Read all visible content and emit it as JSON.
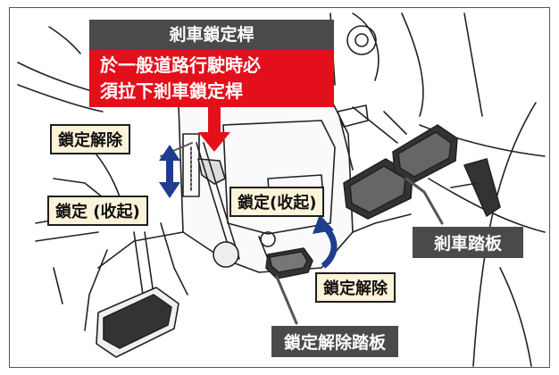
{
  "labels": {
    "lock_lever_title": "剎車鎖定桿",
    "warning_line1": "於一般道路行駛時必",
    "warning_line2": "須拉下剎車鎖定桿",
    "unlock_upper": "鎖定解除",
    "lock_stowed_left": "鎖定 (收起)",
    "lock_stowed_right": "鎖定(收起)",
    "brake_pedal": "剎車踏板",
    "unlock_lower": "鎖定解除",
    "release_pedal": "鎖定解除踏板"
  },
  "colors": {
    "dark_label": "#4a4a4a",
    "warning_red": "#e30f1b",
    "beige_label": "#fcf3d9",
    "arrow_blue": "#1e3d8f"
  },
  "icons": [
    "up-down-arrow-icon",
    "curved-up-arrow-icon",
    "red-down-arrow-icon"
  ]
}
